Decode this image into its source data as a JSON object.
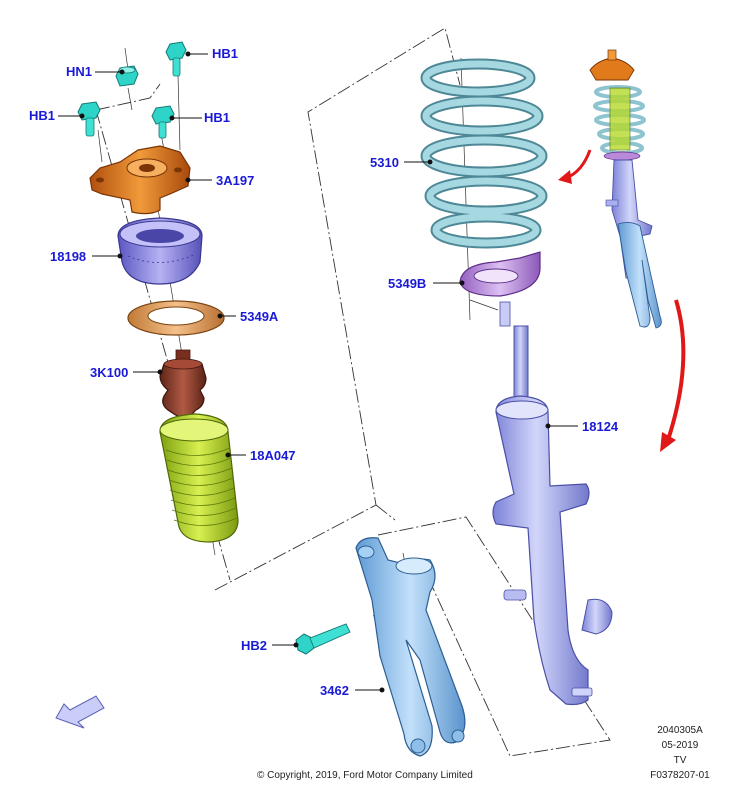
{
  "callouts": {
    "hn1": "HN1",
    "hb1_top": "HB1",
    "hb1_left": "HB1",
    "hb1_right": "HB1",
    "mount": "3A197",
    "bearing": "18198",
    "insulator_lower": "5349A",
    "bump_stop": "3K100",
    "dust_boot": "18A047",
    "spring": "5310",
    "insulator_upper": "5349B",
    "strut": "18124",
    "bolt": "HB2",
    "knuckle": "3462"
  },
  "footer": {
    "copyright": "© Copyright, 2019, Ford Motor Company Limited",
    "code": "2040305A",
    "date": "05-2019",
    "view": "TV",
    "ref": "F0378207-01"
  },
  "colors": {
    "label": "#1a1ad6",
    "bolt": "#2fd4c9",
    "mount": "#e07a1a",
    "bearing": "#8a86e6",
    "insulator": "#d9924a",
    "bump_stop": "#8b3a2a",
    "boot": "#b6d92a",
    "spring": "#8ec4d0",
    "upper_insulator": "#b98ad9",
    "strut": "#a8aef0",
    "knuckle": "#8fbfe8",
    "arrow": "#e01818"
  }
}
